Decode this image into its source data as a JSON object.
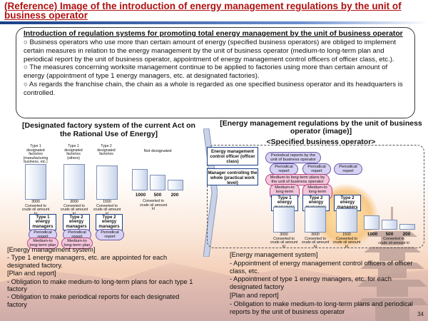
{
  "title": "(Reference) Image of the introduction of energy management regulations by the unit of business operator",
  "intro": {
    "heading": "Introduction of regulation systems for promoting total energy management by the unit of business operator",
    "paragraphs": [
      "○ Business operators who use more than certain amount of energy (specified business operators) are obliged to implement certain measures in relation to the energy management by the unit of business operator (medium-to long-term plan and periodical report by the unit of business operator, appointment of energy management control officers of officer class, etc.).",
      "○ The measures concerning worksite management continue to be applied to factories using more than certain amount of energy (appointment of type 1 energy managers, etc. at designated factories).",
      "○ As regards the franchise chain, the chain as a whole is regarded as one specified business operator and its headquarters is controlled."
    ]
  },
  "left": {
    "title": "[Designated factory system of the current Act on the Rational Use of Energy]",
    "type1_label": "Type 1 designated factories (manufacturing business, etc.)",
    "type1_others_label": "Type 1 designated factories (others)",
    "type2_label": "Type 2 designated factories",
    "not_designated": "Not designated",
    "val_3000_a": "3000",
    "val_3000_b": "3000",
    "val_1500": "1500",
    "val_1000": "1000",
    "val_500": "500",
    "val_200": "200",
    "converted_a": "Converted to crude oil amount kl",
    "converted_b": "Converted to crude oil amount kl",
    "converted_c": "Converted to crude oil amount kl",
    "converted_d": "Converted to crude oil amount kl",
    "mgr1": "Type 1 energy managers",
    "mgr2": "Type 2 energy managers",
    "mgr3": "Type 2 energy managers",
    "periodical_a": "Periodical report",
    "periodical_b": "Periodical report",
    "periodical_c": "Periodical report",
    "plan_a": "Medium-to long-term plan",
    "plan_b": "Medium-to long-term plan"
  },
  "right": {
    "title": "[Energy management regulations by the unit of business operator (image)]",
    "subtitle": "<Specified business operator>",
    "role1": "Energy management control officer (officer class)",
    "role2": "Manager controlling the whole (practical work level)",
    "reports_by_unit": "Periodical reports by the unit of business operator",
    "periodical_1": "Periodical report",
    "periodical_2": "Periodical report",
    "periodical_3": "Periodical report",
    "plans_by_unit": "Medium-to long-term plans by the unit of business operator",
    "plan_1": "Medium-to long-term plan",
    "plan_2": "Medium-to long-term plan",
    "mgr1": "Type 1 energy managers",
    "mgr2": "Type 2 energy managers",
    "mgr3": "Type 2 energy managers",
    "val_3000_a": "3000",
    "val_3000_b": "3000",
    "val_1500": "1500",
    "val_1000": "1000",
    "val_500": "500",
    "val_200": "200",
    "converted_a": "Converted to crude oil amount kl",
    "converted_b": "Converted to crude oil amount kl",
    "converted_c": "Converted to crude oil amount kl",
    "converted_d": "Converted to crude oil amount kl"
  },
  "system_left": {
    "head1": "[Energy management system]",
    "line1": "- Type 1 energy managers, etc. are appointed for each designated factory.",
    "head2": "[Plan and report]",
    "line2": "- Obligation to make medium-to long-term plans for each type 1 factory",
    "line3": "- Obligation to make periodical reports for each designated factory"
  },
  "system_right": {
    "head1": "[Energy management system]",
    "line1": "- Appointment of energy management control officers of officer class, etc.",
    "line2": "- Appointment of type 1 energy managers, etc. for each designated factory",
    "head2": "[Plan and report]",
    "line3": "- Obligation to make medium-to long-term plans and periodical reports by the unit of business operator"
  },
  "page_number": "34",
  "colors": {
    "title_red": "#b01010",
    "navy": "#1a3f88",
    "pill_purple": "#d7d1f3",
    "pill_pink": "#f4c6dc"
  }
}
